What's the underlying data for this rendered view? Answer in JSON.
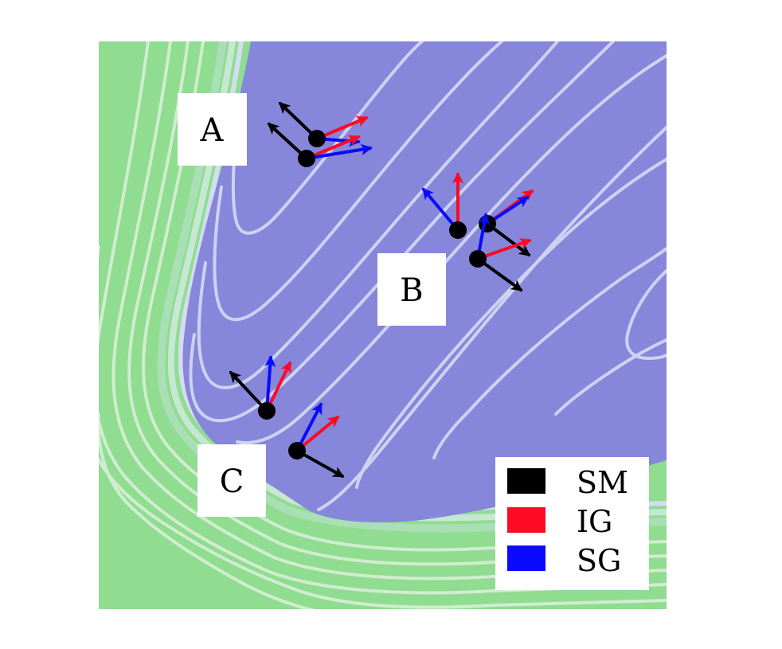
{
  "colors": {
    "background": "#ffffff",
    "region_green": "#90dc90",
    "region_purple": "#8686da",
    "contour": "#dfe7f7",
    "sm": "#000000",
    "ig": "#ff0a23",
    "sg": "#0a0aff"
  },
  "labels": {
    "a": "A",
    "b": "B",
    "c": "C"
  },
  "legend": {
    "sm": "SM",
    "ig": "IG",
    "sg": "SG"
  }
}
